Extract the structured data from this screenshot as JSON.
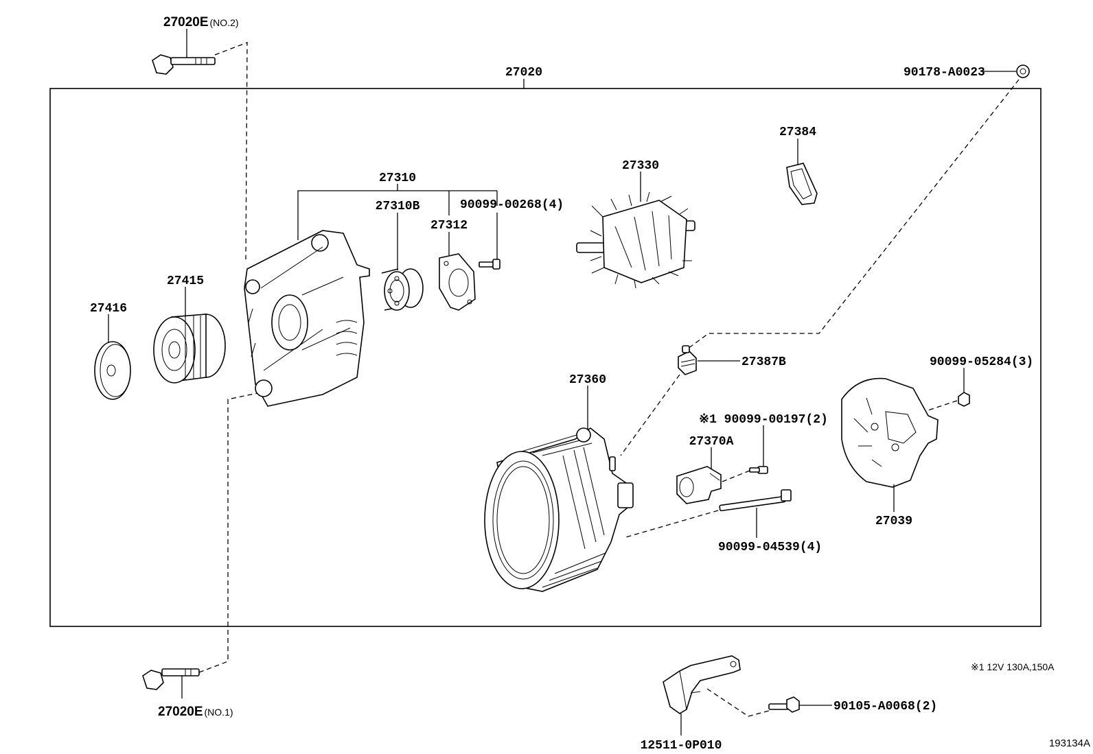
{
  "diagram": {
    "assembly_label": "27020",
    "footnote": "※1 12V 130A,150A",
    "figure_number": "193134A",
    "parts": [
      {
        "key": "bolt_no2",
        "number": "27020E",
        "qualifier": "(NO.2)"
      },
      {
        "key": "bolt_no1",
        "number": "27020E",
        "qualifier": "(NO.1)"
      },
      {
        "key": "bolt_90178",
        "number": "90178-A0023"
      },
      {
        "key": "frame_27310",
        "number": "27310"
      },
      {
        "key": "bearing_27310B",
        "number": "27310B"
      },
      {
        "key": "retainer_27312",
        "number": "27312"
      },
      {
        "key": "screw_90099_00268",
        "number": "90099-00268(4)"
      },
      {
        "key": "rotor_27330",
        "number": "27330"
      },
      {
        "key": "cover_27384",
        "number": "27384"
      },
      {
        "key": "pulley_27415",
        "number": "27415"
      },
      {
        "key": "cap_27416",
        "number": "27416"
      },
      {
        "key": "terminal_27387B",
        "number": "27387B"
      },
      {
        "key": "frame_27360",
        "number": "27360"
      },
      {
        "key": "screw_90099_00197",
        "number": "※1 90099-00197(2)"
      },
      {
        "key": "holder_27370A",
        "number": "27370A"
      },
      {
        "key": "nut_90099_05284",
        "number": "90099-05284(3)"
      },
      {
        "key": "cover_27039",
        "number": "27039"
      },
      {
        "key": "bolt_90099_04539",
        "number": "90099-04539(4)"
      },
      {
        "key": "bracket_12511",
        "number": "12511-0P010"
      },
      {
        "key": "bolt_90105",
        "number": "90105-A0068(2)"
      }
    ]
  }
}
